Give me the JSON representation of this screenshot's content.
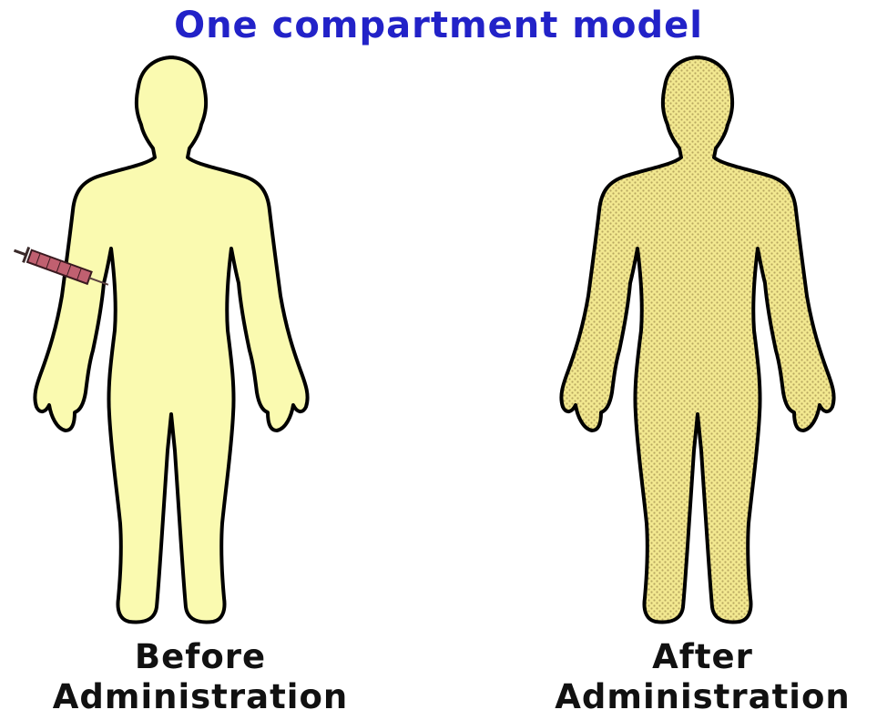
{
  "title": "One compartment model",
  "figures": [
    {
      "caption_line1": "Before",
      "caption_line2": "Administration",
      "state": "before",
      "fill_color": "#fafab0",
      "has_syringe": true
    },
    {
      "caption_line1": "After",
      "caption_line2": "Administration",
      "state": "after",
      "fill_color": "#f2e890",
      "has_syringe": false
    }
  ],
  "colors": {
    "title": "#2222c8",
    "outline": "#000000",
    "syringe_barrel": "#c06070",
    "dots": "#b8a860"
  }
}
